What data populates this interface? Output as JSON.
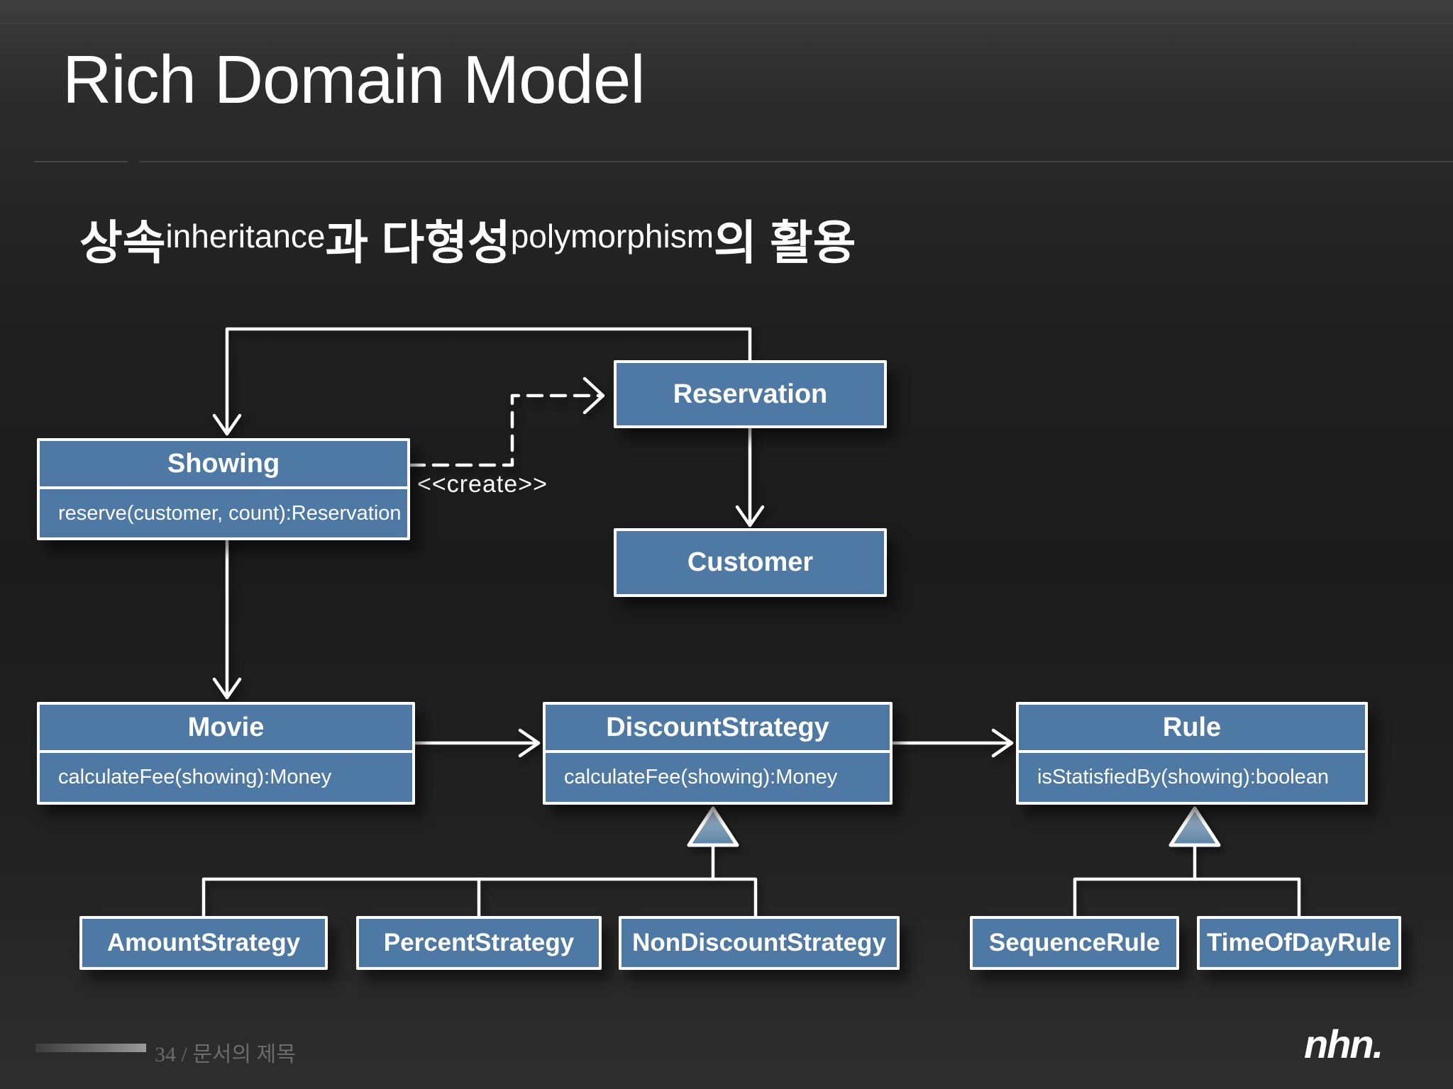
{
  "slide": {
    "title": "Rich Domain Model",
    "subtitle": {
      "korean_1": "상속",
      "english_1": "inheritance",
      "korean_2": "과 다형성",
      "english_2": "polymorphism",
      "korean_3": "의 활용"
    },
    "footer": {
      "page_text": "34 / 문서의 제목"
    },
    "logo_text": "nhn."
  },
  "diagram": {
    "stereotype_label": "<<create>>",
    "classes": {
      "reservation": {
        "name": "Reservation"
      },
      "showing": {
        "name": "Showing",
        "method": "reserve(customer, count):Reservation"
      },
      "customer": {
        "name": "Customer"
      },
      "movie": {
        "name": "Movie",
        "method": "calculateFee(showing):Money"
      },
      "discount_strategy": {
        "name": "DiscountStrategy",
        "method": "calculateFee(showing):Money"
      },
      "rule": {
        "name": "Rule",
        "method": "isStatisfiedBy(showing):boolean"
      },
      "amount_strategy": {
        "name": "AmountStrategy"
      },
      "percent_strategy": {
        "name": "PercentStrategy"
      },
      "non_discount_strategy": {
        "name": "NonDiscountStrategy"
      },
      "sequence_rule": {
        "name": "SequenceRule"
      },
      "time_of_day_rule": {
        "name": "TimeOfDayRule"
      }
    },
    "relationships": [
      "Reservation -> Showing (association arrow)",
      "Showing -> Movie (association arrow)",
      "Reservation -> Customer (association arrow)",
      "Movie -> DiscountStrategy (association arrow)",
      "DiscountStrategy -> Rule (association arrow)",
      "Showing ..> Reservation (dashed <<create>> dependency)",
      "AmountStrategy --|> DiscountStrategy (generalization)",
      "PercentStrategy --|> DiscountStrategy (generalization)",
      "NonDiscountStrategy --|> DiscountStrategy (generalization)",
      "SequenceRule --|> Rule (generalization)",
      "TimeOfDayRule --|> Rule (generalization)"
    ],
    "colors": {
      "box_fill": "#4e79a4",
      "box_border": "#ffffff",
      "connector": "#ffffff",
      "triangle_top": "#a9bdce",
      "triangle_bottom": "#5c81a5"
    }
  }
}
